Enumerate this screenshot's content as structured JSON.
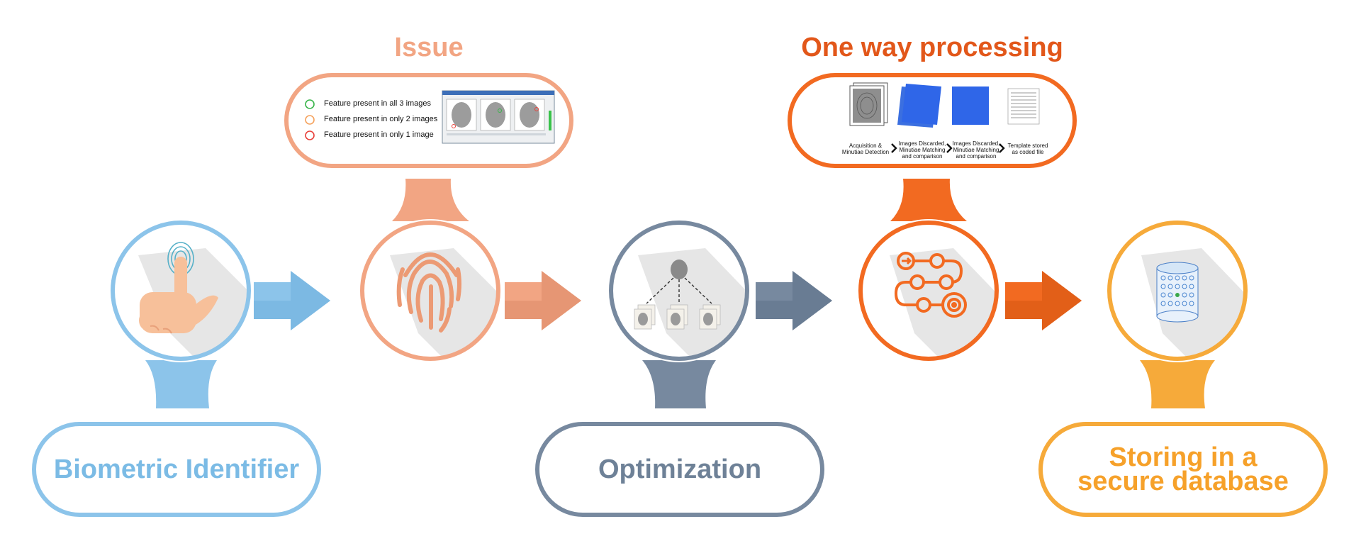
{
  "colors": {
    "blue": "#8cc4ea",
    "blue_dark": "#6fb0dc",
    "salmon": "#f2a583",
    "salmon_dark": "#dd8a68",
    "slate": "#77899f",
    "slate_dark": "#5f7189",
    "orange": "#f26a21",
    "orange_dark": "#d65512",
    "amber": "#f6aa3a",
    "amber_dark": "#e08f1c",
    "shadow": "#e6e6e6"
  },
  "steps": [
    {
      "id": "biometric",
      "label": "Biometric Identifier",
      "icon": "hand-fingerprint-icon"
    },
    {
      "id": "fingerprint",
      "label": "",
      "icon": "fingerprint-icon"
    },
    {
      "id": "optimization",
      "label": "Optimization",
      "icon": "fingerprint-tree-icon"
    },
    {
      "id": "processing",
      "label": "",
      "icon": "workflow-path-icon"
    },
    {
      "id": "storage",
      "label": "Storing in a secure database",
      "icon": "database-cylinder-icon"
    }
  ],
  "issue": {
    "title": "Issue",
    "legend": [
      {
        "text": "Feature present in all 3 images",
        "color": "#39b54a"
      },
      {
        "text": "Feature present in only 2 images",
        "color": "#f5a25d"
      },
      {
        "text": "Feature present in only 1 image",
        "color": "#e8403a"
      }
    ]
  },
  "processing": {
    "title": "One way processing",
    "captions": [
      "Acquisition &\nMinutiae Detection",
      "Images Discarded,\nMinutiae Matching\nand comparison",
      "Images Discarded,\nMinutiae Matching\nand comparison",
      "Template stored\nas coded file"
    ]
  },
  "icons": {
    "arrow": "right-arrow-icon",
    "chevron": "chevron-right-icon",
    "legend_marker": "circle-marker-icon"
  }
}
